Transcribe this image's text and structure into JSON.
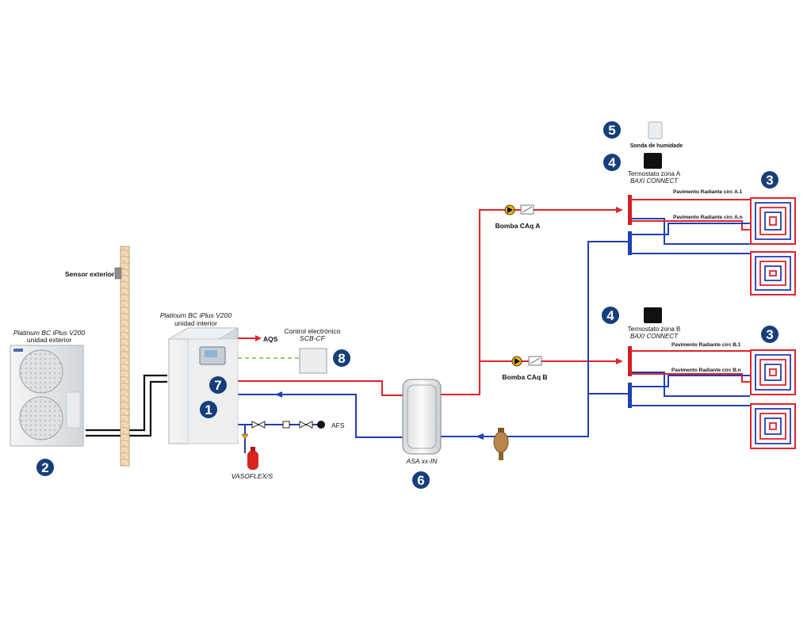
{
  "colors": {
    "supply": "#e0242a",
    "return": "#1f3fb5",
    "signal": "#111111",
    "control_link": "#9ccc6a",
    "badge": "#163e7a",
    "equipment": "#e6e8ea",
    "pump": "#f0b400"
  },
  "labels": {
    "sensor_exterior": "Sensor exterior",
    "outdoor_unit_model": "Platinum BC iPlus V200",
    "outdoor_unit_sub": "unidad exterior",
    "indoor_unit_model": "Platinum BC iPlus V200",
    "indoor_unit_sub": "unidad interior",
    "aqs": "AQS",
    "control_title": "Control electrónico",
    "control_model": "SCB-CF",
    "afs": "AFS",
    "vasoflex": "VASOFLEX/S",
    "tank": "ASA xx-IN",
    "pump_a": "Bomba CAq A",
    "pump_b": "Bomba CAq B",
    "humidity_probe": "Sonda de humidade",
    "thermostat_a": "Termostato zona A",
    "thermostat_a_brand": "BAXI CONNECT",
    "thermostat_b": "Termostato zona B",
    "thermostat_b_brand": "BAXI CONNECT",
    "floor_a1": "Pavimento Radiante circ A.1",
    "floor_an": "Pavimento Radiante circ A.n",
    "floor_b1": "Pavimento Radiante circ B.1",
    "floor_bn": "Pavimento Radiante circ B.n"
  },
  "badges": {
    "indoor_unit": "1",
    "outdoor_unit": "2",
    "floor_a": "3",
    "floor_b": "3",
    "thermostat_a": "4",
    "thermostat_b": "4",
    "humidity_probe": "5",
    "tank": "6",
    "indoor_detail": "7",
    "control": "8"
  }
}
